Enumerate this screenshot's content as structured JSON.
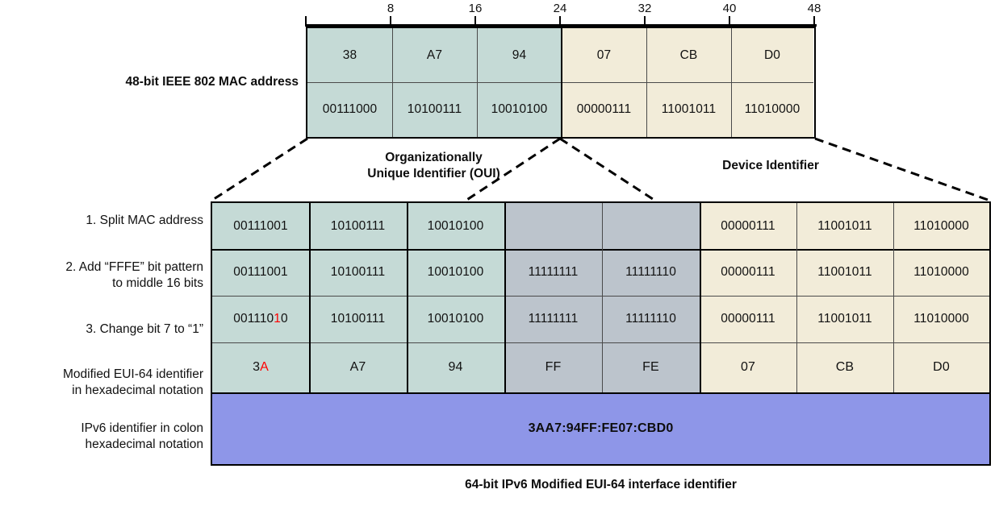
{
  "top": {
    "label": "48-bit IEEE 802 MAC address",
    "ruler_ticks": [
      "8",
      "16",
      "24",
      "32",
      "40",
      "48"
    ],
    "hex_row": [
      "38",
      "A7",
      "94",
      "07",
      "CB",
      "D0"
    ],
    "bin_row": [
      "00111000",
      "10100111",
      "10010100",
      "00000111",
      "11001011",
      "11010000"
    ]
  },
  "section_labels": {
    "oui_line1": "Organizationally",
    "oui_line2": "Unique Identifier (OUI)",
    "device": "Device Identifier"
  },
  "bottom": {
    "row_labels": [
      {
        "line1": "1. Split MAC address",
        "line2": ""
      },
      {
        "line1": "2. Add “FFFE” bit pattern",
        "line2": "to middle 16 bits"
      },
      {
        "line1": "3. Change bit 7 to “1”",
        "line2": ""
      },
      {
        "line1": "Modified EUI-64 identifier",
        "line2": "in hexadecimal notation"
      },
      {
        "line1": "IPv6 identifier in colon",
        "line2": "hexadecimal notation"
      }
    ],
    "rows": [
      {
        "name": "split-mac-address",
        "cells": [
          {
            "text": "00111001",
            "fill": "teal"
          },
          {
            "text": "10100111",
            "fill": "teal"
          },
          {
            "text": "10010100",
            "fill": "teal"
          },
          {
            "text": "",
            "fill": "gray"
          },
          {
            "text": "",
            "fill": "gray"
          },
          {
            "text": "00000111",
            "fill": "cream"
          },
          {
            "text": "11001011",
            "fill": "cream"
          },
          {
            "text": "11010000",
            "fill": "cream"
          }
        ]
      },
      {
        "name": "add-fffe-bit-pattern",
        "cells": [
          {
            "text": "00111001",
            "fill": "teal"
          },
          {
            "text": "10100111",
            "fill": "teal"
          },
          {
            "text": "10010100",
            "fill": "teal"
          },
          {
            "text": "11111111",
            "fill": "gray"
          },
          {
            "text": "11111110",
            "fill": "gray"
          },
          {
            "text": "00000111",
            "fill": "cream"
          },
          {
            "text": "11001011",
            "fill": "cream"
          },
          {
            "text": "11010000",
            "fill": "cream"
          }
        ]
      },
      {
        "name": "change-bit-7",
        "cells": [
          {
            "prefix": "001110",
            "highlight": "1",
            "suffix": "0",
            "fill": "teal"
          },
          {
            "text": "10100111",
            "fill": "teal"
          },
          {
            "text": "10010100",
            "fill": "teal"
          },
          {
            "text": "11111111",
            "fill": "gray"
          },
          {
            "text": "11111110",
            "fill": "gray"
          },
          {
            "text": "00000111",
            "fill": "cream"
          },
          {
            "text": "11001011",
            "fill": "cream"
          },
          {
            "text": "11010000",
            "fill": "cream"
          }
        ]
      },
      {
        "name": "modified-eui64-hex",
        "cells": [
          {
            "prefix": "3",
            "highlight": "A",
            "suffix": "",
            "fill": "teal"
          },
          {
            "text": "A7",
            "fill": "teal"
          },
          {
            "text": "94",
            "fill": "teal"
          },
          {
            "text": "FF",
            "fill": "gray"
          },
          {
            "text": "FE",
            "fill": "gray"
          },
          {
            "text": "07",
            "fill": "cream"
          },
          {
            "text": "CB",
            "fill": "cream"
          },
          {
            "text": "D0",
            "fill": "cream"
          }
        ]
      }
    ],
    "ipv6_value": "3AA7:94FF:FE07:CBD0",
    "caption": "64-bit IPv6 Modified EUI-64 interface identifier"
  },
  "colors": {
    "teal": "#c5dad6",
    "gray": "#bcc4cc",
    "cream": "#f2ecd9",
    "blue": "#8e96e8",
    "highlight": "#ff0000",
    "border": "#000000"
  }
}
